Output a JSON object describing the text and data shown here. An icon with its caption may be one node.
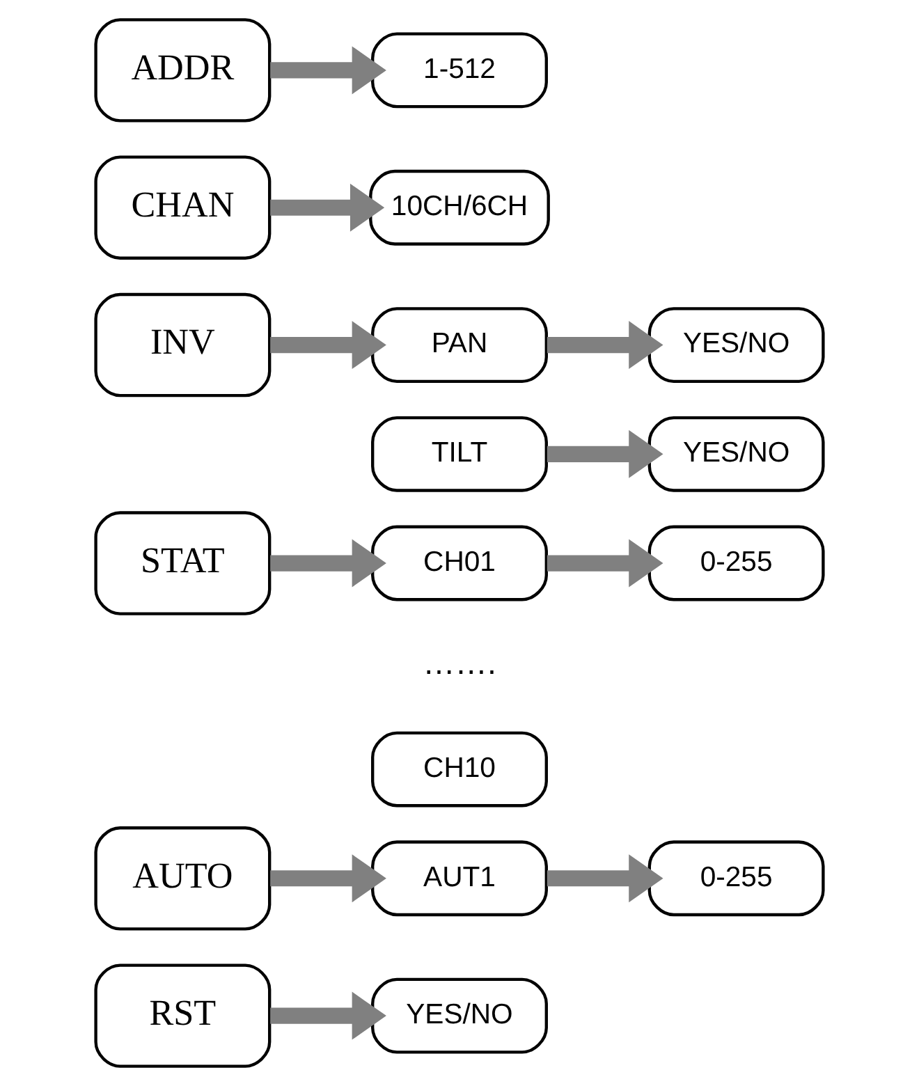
{
  "diagram": {
    "nodes": [
      {
        "text": [
          "ADDR"
        ]
      },
      {
        "text": [
          "1-512"
        ]
      },
      {
        "text": [
          "CHAN"
        ]
      },
      {
        "text": [
          "10CH/6CH"
        ]
      },
      {
        "text": [
          "INV"
        ]
      },
      {
        "text": [
          "PAN"
        ]
      },
      {
        "text": [
          "YES/NO"
        ]
      },
      {
        "text": [
          "TILT"
        ]
      },
      {
        "text": [
          "YES/NO"
        ]
      },
      {
        "text": [
          "STAT"
        ]
      },
      {
        "text": [
          "CH01"
        ]
      },
      {
        "text": [
          "0-255"
        ]
      },
      {
        "text": [
          "CH10"
        ]
      },
      {
        "text": [
          "AUTO"
        ]
      },
      {
        "text": [
          "AUT1"
        ]
      },
      {
        "text": [
          "0-255"
        ]
      },
      {
        "text": [
          "RST"
        ]
      },
      {
        "text": [
          "YES/NO"
        ]
      }
    ],
    "edges": [
      {
        "from": 0,
        "to": 1,
        "arrow": "to"
      },
      {
        "from": 2,
        "to": 3,
        "arrow": "to"
      },
      {
        "from": 4,
        "to": 5,
        "arrow": "to"
      },
      {
        "from": 5,
        "to": 6,
        "arrow": "to"
      },
      {
        "from": 7,
        "to": 8,
        "arrow": "to"
      },
      {
        "from": 9,
        "to": 10,
        "arrow": "to"
      },
      {
        "from": 10,
        "to": 11,
        "arrow": "to"
      },
      {
        "from": 13,
        "to": 14,
        "arrow": "to"
      },
      {
        "from": 14,
        "to": 15,
        "arrow": "to"
      },
      {
        "from": 16,
        "to": 17,
        "arrow": "to"
      }
    ],
    "labels": [
      "……."
    ]
  }
}
